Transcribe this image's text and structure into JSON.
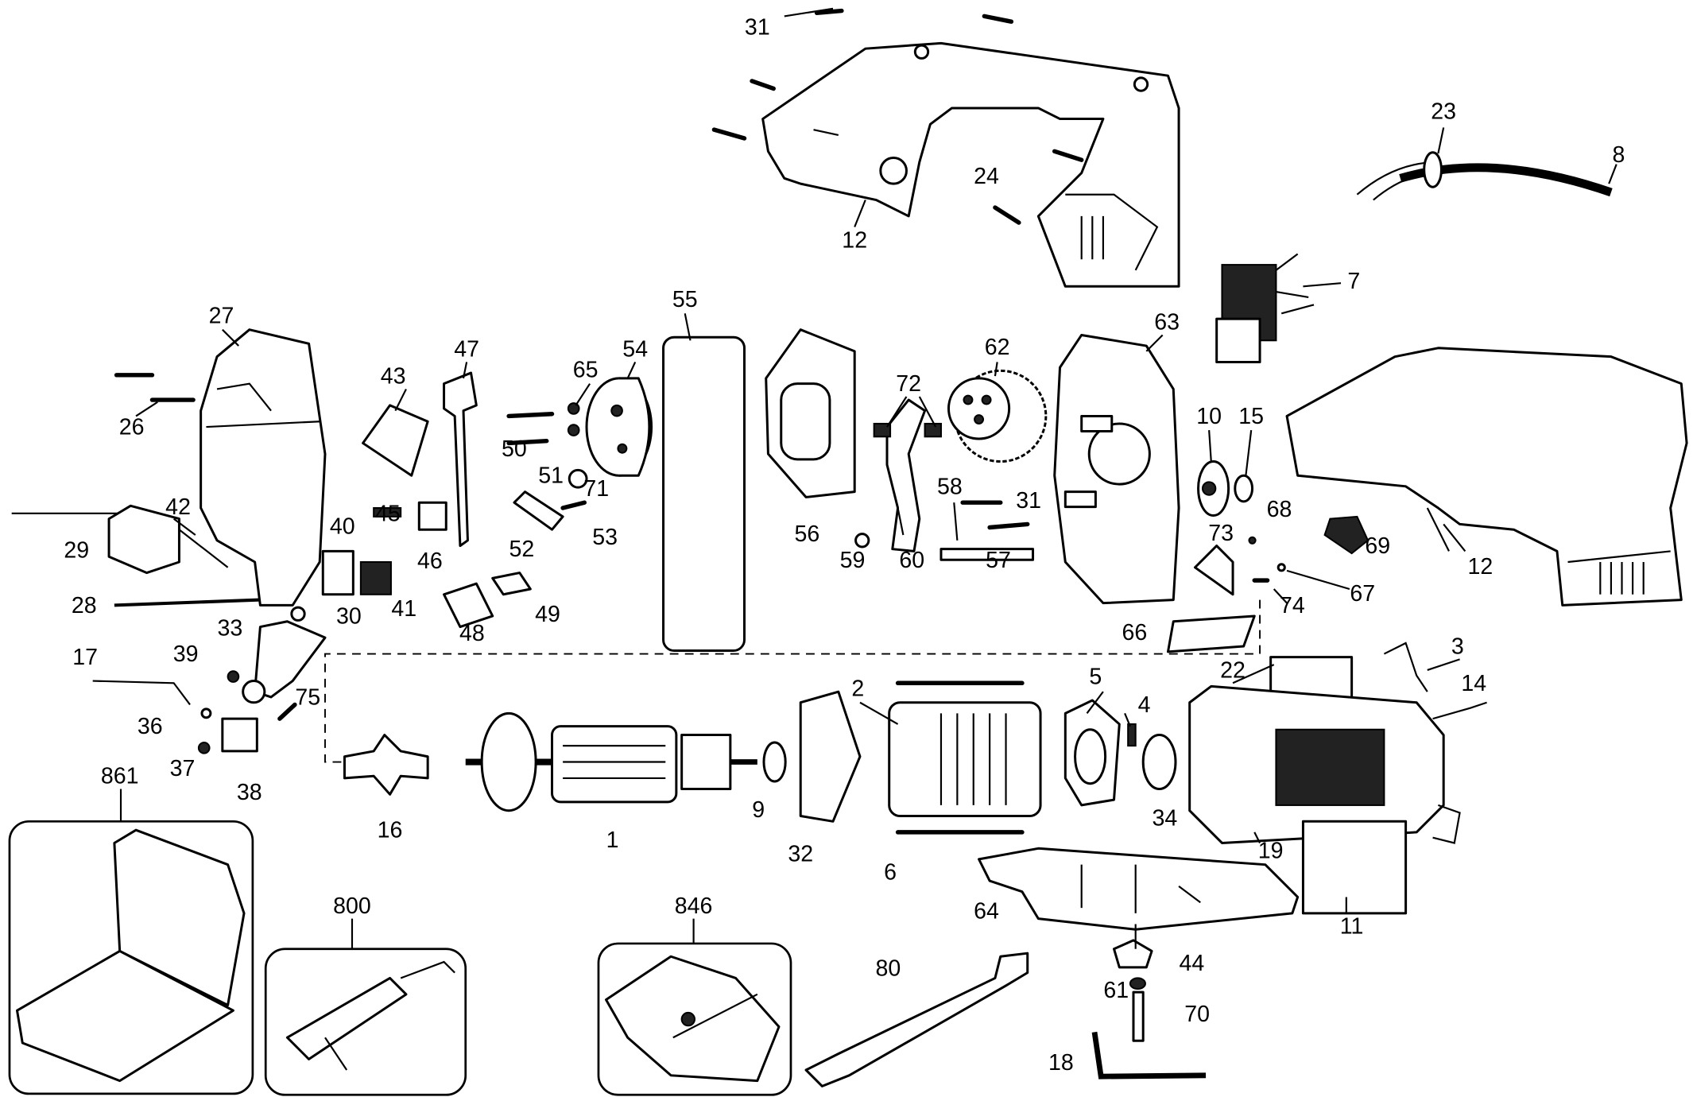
{
  "diagram": {
    "type": "exploded parts diagram",
    "colors": {
      "ink": "#000000",
      "background": "#ffffff"
    },
    "callouts": [
      "31",
      "12",
      "24",
      "23",
      "8",
      "7",
      "27",
      "26",
      "43",
      "47",
      "65",
      "54",
      "55",
      "62",
      "63",
      "72",
      "50",
      "51",
      "71",
      "10",
      "15",
      "12",
      "29",
      "42",
      "45",
      "40",
      "46",
      "52",
      "53",
      "56",
      "58",
      "31",
      "68",
      "69",
      "73",
      "59",
      "60",
      "57",
      "67",
      "74",
      "28",
      "41",
      "30",
      "48",
      "49",
      "33",
      "66",
      "17",
      "39",
      "22",
      "3",
      "14",
      "5",
      "2",
      "4",
      "75",
      "36",
      "37",
      "38",
      "861",
      "16",
      "1",
      "9",
      "32",
      "34",
      "6",
      "19",
      "64",
      "11",
      "800",
      "846",
      "80",
      "44",
      "61",
      "70",
      "18"
    ]
  }
}
